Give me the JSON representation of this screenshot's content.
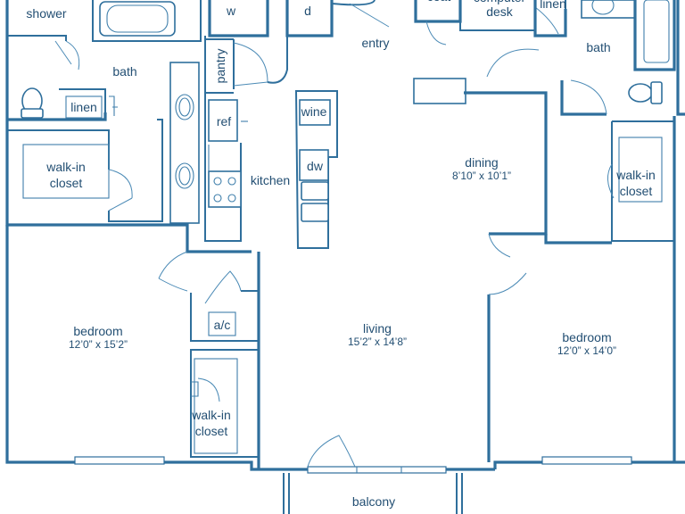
{
  "rooms": {
    "shower": "shower",
    "bath_left": "bath",
    "linen_left": "linen",
    "walkin_left_1": "walk-in",
    "walkin_left_2": "closet",
    "washer": "w",
    "dryer": "d",
    "pantry": "pantry",
    "ref": "ref",
    "kitchen": "kitchen",
    "wine": "wine",
    "dw": "dw",
    "entry": "entry",
    "coat": "coat",
    "computer_desk_1": "computer",
    "computer_desk_2": "desk",
    "linen_right": "linen",
    "bath_right": "bath",
    "dining": "dining",
    "dining_dims": "8’10” x 10’1”",
    "walkin_right_1": "walk-in",
    "walkin_right_2": "closet",
    "bedroom_left": "bedroom",
    "bedroom_left_dims": "12’0” x 15’2”",
    "ac": "a/c",
    "walkin_center_1": "walk-in",
    "walkin_center_2": "closet",
    "living": "living",
    "living_dims": "15’2” x 14’8”",
    "bedroom_right": "bedroom",
    "bedroom_right_dims": "12’0” x 14’0”",
    "balcony": "balcony"
  },
  "colors": {
    "wall": "#2f6f9c",
    "text": "#234f73",
    "background": "#ffffff"
  }
}
